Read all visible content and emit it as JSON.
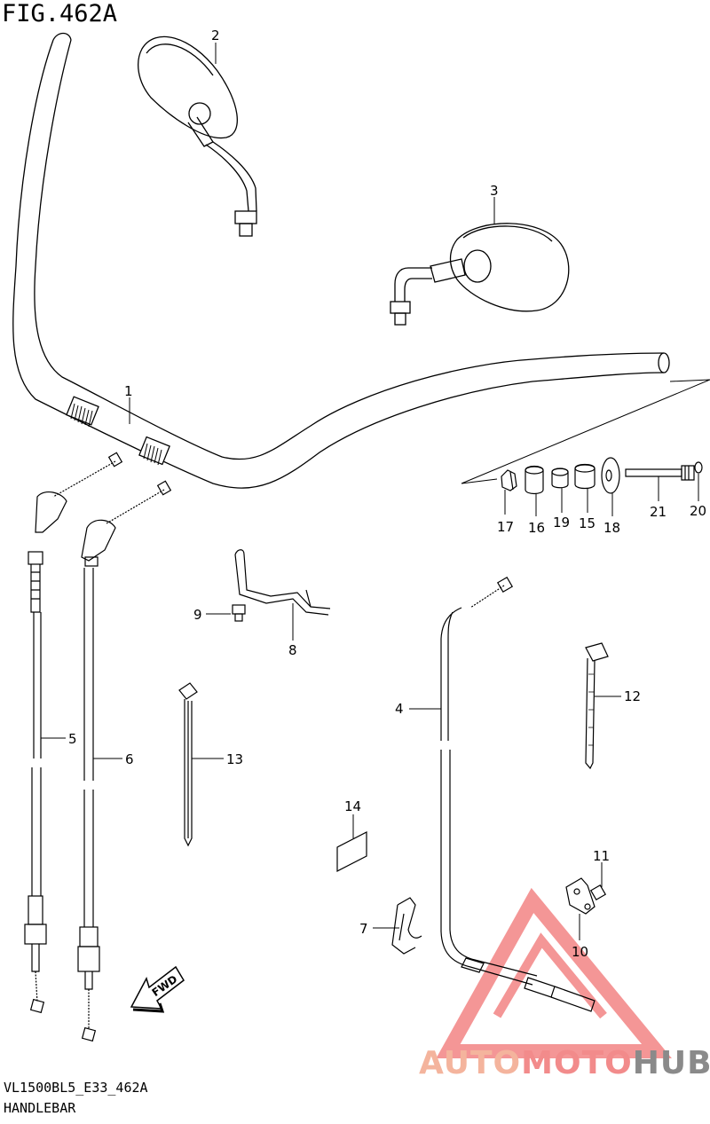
{
  "figure": {
    "title": "FIG.462A",
    "model_code": "VL1500BL5_E33_462A",
    "section_name": "HANDLEBAR"
  },
  "callouts": [
    "1",
    "2",
    "3",
    "4",
    "5",
    "6",
    "7",
    "8",
    "9",
    "10",
    "11",
    "12",
    "13",
    "14",
    "15",
    "16",
    "17",
    "18",
    "19",
    "20",
    "21"
  ],
  "fwd_arrow": {
    "label": "FWD",
    "icon": "fwd-arrow-icon"
  },
  "watermark": {
    "part1": "AUTO",
    "part2": "MOTO",
    "part3": "HUB",
    "colors": {
      "auto": "#f4b49d",
      "moto": "#f28b8b",
      "hub": "#8a8a8a",
      "triangle": "#f06a6a"
    }
  }
}
